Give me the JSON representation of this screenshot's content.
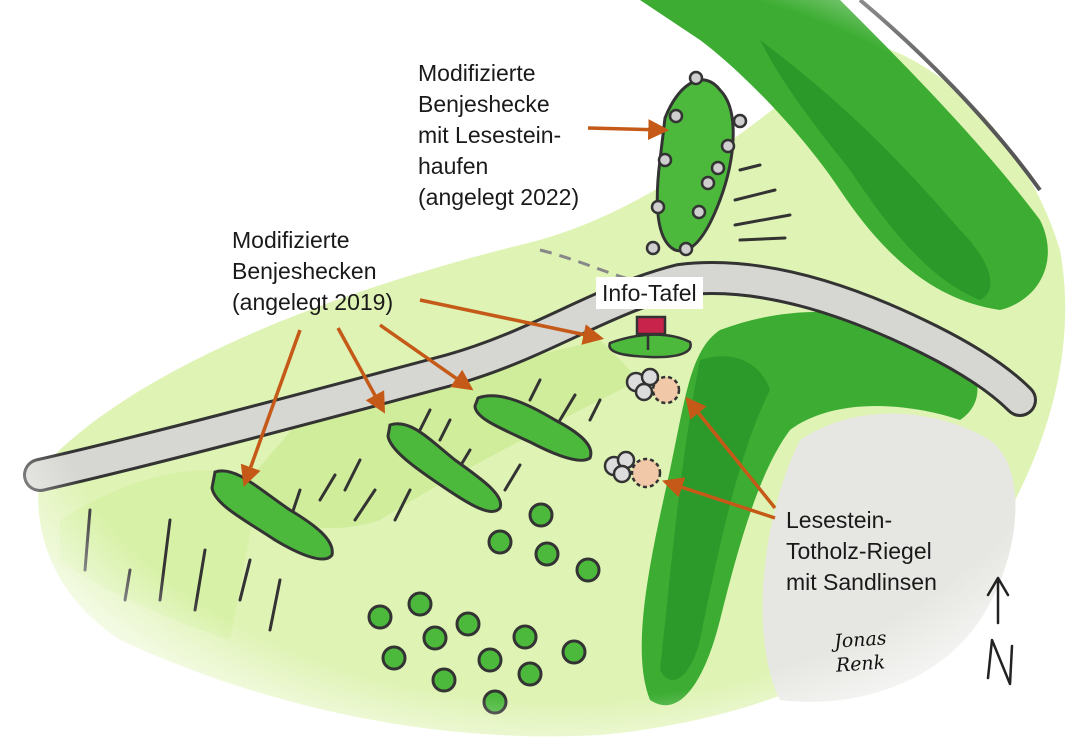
{
  "labels": {
    "hedge_2022": "Modifizierte\nBenjeshecke\nmit Lesestein-\nhaufen\n(angelegt 2022)",
    "hedges_2019": "Modifizierte\nBenjeshecken\n(angelegt 2019)",
    "info_board": "Info-Tafel",
    "stone_deadwood": "Lesestein-\nTotholz-Riegel\nmit Sandlinsen"
  },
  "signature": "Jonas\nRenk",
  "north": "N",
  "colors": {
    "meadow_light": "#dff3b4",
    "meadow_mid": "#b8e07a",
    "forest": "#3cad32",
    "forest_dark": "#1f8a24",
    "hedge": "#4cb83c",
    "road": "#d6d6d2",
    "sand": "#f2c9a8",
    "sign": "#c8234b",
    "arrow": "#c55a18",
    "outline": "#333333"
  }
}
